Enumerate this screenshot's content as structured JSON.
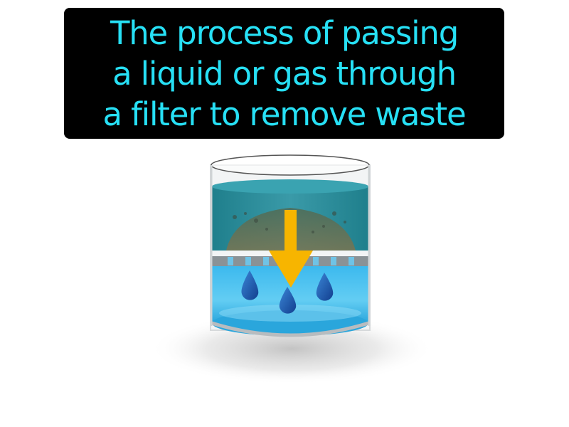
{
  "caption": {
    "lines": [
      "The process of passing",
      "a liquid or gas through",
      "a filter to remove waste"
    ],
    "text_color": "#27e0f5",
    "background_color": "#000000"
  },
  "illustration": {
    "subject": "filtration",
    "elements": [
      "glass-beaker",
      "dirty-water-layer",
      "filter-sediment",
      "filter-mesh",
      "down-arrow",
      "water-droplets",
      "clean-water",
      "floor-shadow"
    ],
    "arrow_color": "#f7b500",
    "clean_water_color": "#4cc3ef",
    "dirty_water_color": "#2f8f9c",
    "droplet_color": "#1f5fb5",
    "droplet_count": 3
  }
}
